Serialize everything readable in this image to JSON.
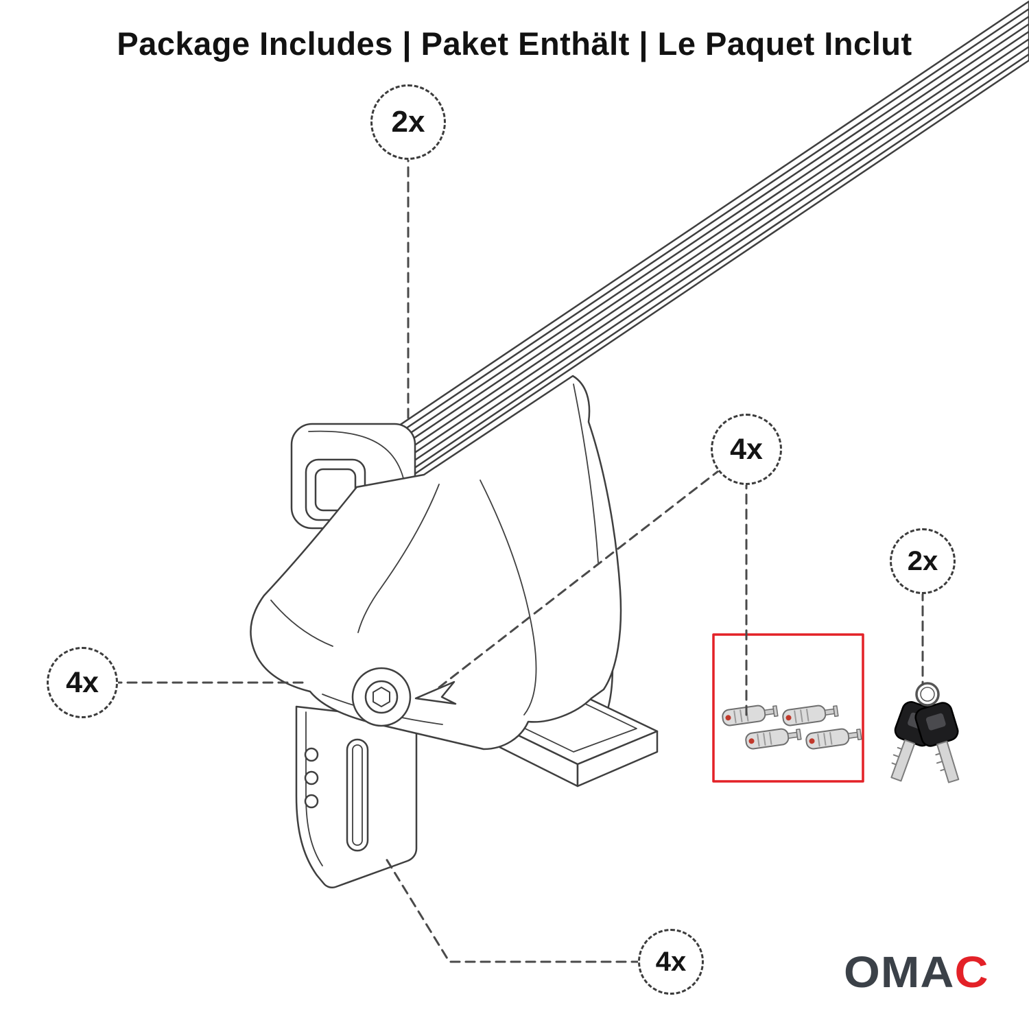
{
  "title": "Package Includes | Paket Enthält | Le Paquet Inclut",
  "callouts": {
    "crossbars": "2x",
    "feet": "4x",
    "lock_bolts": "4x",
    "keys": "2x",
    "clamps": "4x"
  },
  "logo": {
    "dark_part": "OMA",
    "red_part": "C"
  },
  "colors": {
    "accent_red": "#e32127",
    "logo_dark": "#3b4148",
    "line": "#3f3f3f"
  }
}
